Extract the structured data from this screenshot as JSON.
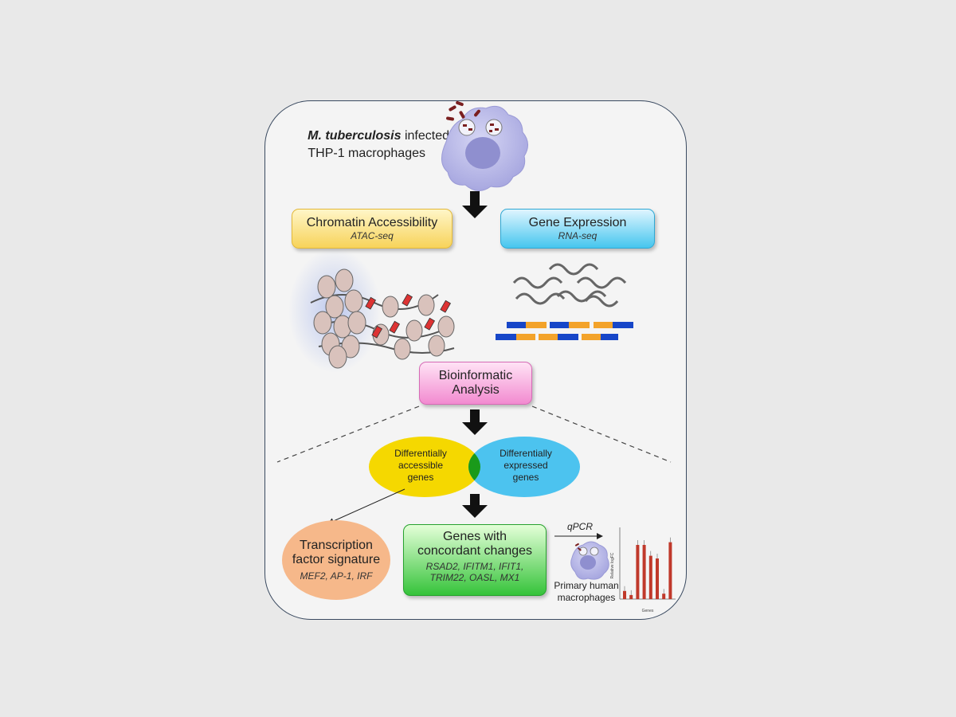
{
  "header": {
    "organism": "M. tuberculosis",
    "infected": "infected",
    "cells": "THP-1 macrophages"
  },
  "chromatin": {
    "title": "Chromatin Accessibility",
    "method": "ATAC-seq"
  },
  "expression": {
    "title": "Gene Expression",
    "method": "RNA-seq"
  },
  "bioinformatic": {
    "line1": "Bioinformatic",
    "line2": "Analysis"
  },
  "venn": {
    "left": [
      "Differentially",
      "accessible",
      "genes"
    ],
    "right": [
      "Differentially",
      "expressed",
      "genes"
    ]
  },
  "tf": {
    "line1": "Transcription",
    "line2": "factor signature",
    "factors": "MEF2, AP-1, IRF"
  },
  "concordant": {
    "line1": "Genes with",
    "line2": "concordant changes",
    "genes1": "RSAD2, IFITM1, IFIT1,",
    "genes2": "TRIM22, OASL, MX1"
  },
  "validation": {
    "method": "qPCR",
    "cells1": "Primary human",
    "cells2": "macrophages",
    "chart_ylabel": "Relative logFC",
    "chart_xlabel": "Genes"
  },
  "colors": {
    "chromatin": "#f7d35a",
    "expression": "#46c6ee",
    "bioinformatic": "#f28ad0",
    "accessible": "#f5d800",
    "expressed": "#4cc3ef",
    "overlap": "#1a9a1a",
    "tf": "#f6b88a",
    "concordant": "#35c33a",
    "bars": "#c0392b"
  },
  "chart_data": {
    "type": "bar",
    "ylabel": "Relative logFC",
    "xlabel": "Genes",
    "categories": [],
    "values": [
      0.6,
      0.3,
      4.0,
      4.0,
      3.2,
      3.0,
      0.4,
      4.2
    ],
    "ylim": [
      0,
      5
    ]
  }
}
